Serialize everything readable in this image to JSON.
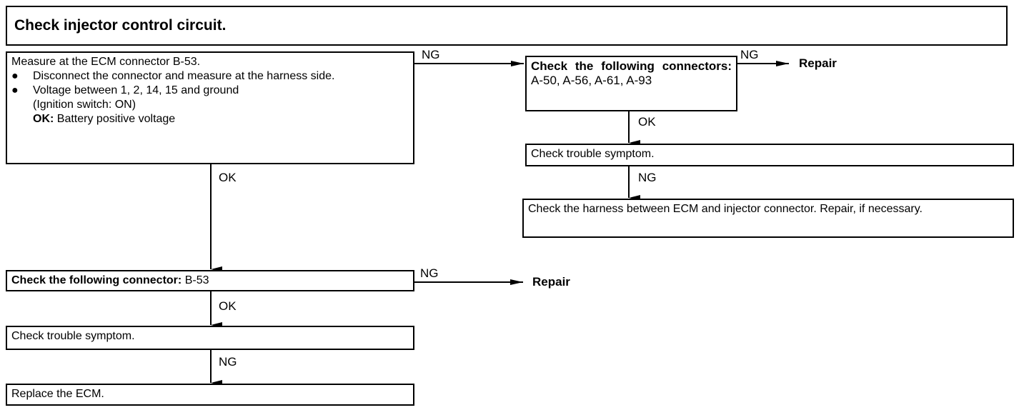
{
  "title": "Check injector control circuit.",
  "measure": {
    "heading": "Measure at the ECM connector B-53.",
    "bullet_char": "●",
    "bullet1": "Disconnect the connector and measure at the harness side.",
    "bullet2": "Voltage between 1, 2, 14, 15 and ground",
    "bullet2_sub": "(Ignition switch: ON)",
    "ok_label": "OK:",
    "ok_text": "Battery positive voltage"
  },
  "right_connectors": {
    "bold": "Check the following connectors:",
    "normal": "A-50, A-56, A-61, A-93"
  },
  "right_trouble": "Check trouble symptom.",
  "right_harness": "Check the harness between ECM and injector connector. Repair, if necessary.",
  "left_connector": {
    "bold": "Check the following connector:",
    "normal": "B-53"
  },
  "left_trouble": "Check trouble symptom.",
  "replace": "Replace the ECM.",
  "labels": {
    "ng": "NG",
    "ok": "OK",
    "repair": "Repair"
  }
}
